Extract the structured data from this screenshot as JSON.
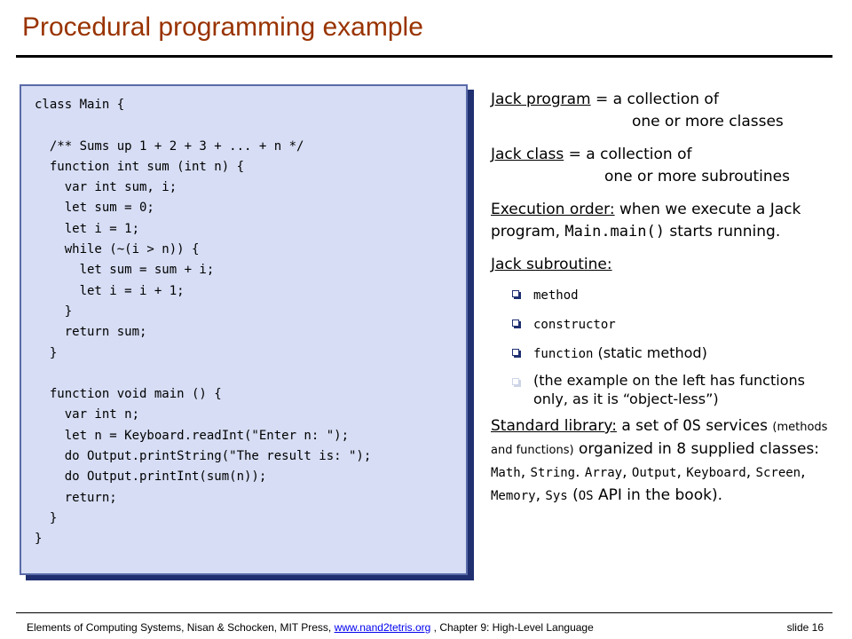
{
  "slide": {
    "title": "Procedural programming example",
    "code_lines": [
      "class Main {",
      "",
      "  /** Sums up 1 + 2 + 3 + ... + n */",
      "  function int sum (int n) {",
      "    var int sum, i;",
      "    let sum = 0;",
      "    let i = 1;",
      "    while (~(i > n)) {",
      "      let sum = sum + i;",
      "      let i = i + 1;",
      "    }",
      "    return sum;",
      "  }",
      "",
      "  function void main () {",
      "    var int n;",
      "    let n = Keyboard.readInt(\"Enter n: \");",
      "    do Output.printString(\"The result is: \");",
      "    do Output.printInt(sum(n));",
      "    return;",
      "  }",
      "}"
    ],
    "right": {
      "p1_term": "Jack program",
      "p1_line1": " = a collection of",
      "p1_line2": "one or more classes",
      "p2_term": "Jack class",
      "p2_line1": " = a collection of",
      "p2_line2": "one or more subroutines",
      "p3_term": "Execution order:",
      "p3_text1": " when we execute a Jack program, ",
      "p3_code": "Main.main()",
      "p3_text2": " starts running.",
      "p4_term": "Jack subroutine:",
      "bullets": {
        "b1": "method",
        "b2": "constructor",
        "b3_code": "function",
        "b3_text": "  (static method)",
        "b4": "(the example on the left has functions only, as it is “object-less”)"
      },
      "p5_term": "Standard library:",
      "p5_t1": " a set of ",
      "p5_os": "OS",
      "p5_t2": " services ",
      "p5_small": "(methods and functions)",
      "p5_t3": " organized in 8 supplied classes: ",
      "p5_classes1": "Math",
      "p5_sep1": ", ",
      "p5_classes2": "String",
      "p5_sep2": ". ",
      "p5_classes3": "Array",
      "p5_sep3": ", ",
      "p5_classes4": "Output",
      "p5_sep4": ", ",
      "p5_classes5": "Keyboard",
      "p5_sep5": ", ",
      "p5_classes6": "Screen",
      "p5_sep6": ", ",
      "p5_classes7": "Memory",
      "p5_sep7": ", ",
      "p5_classes8": "Sys",
      "p5_t4": " (",
      "p5_os2": "OS",
      "p5_t5": " API in the book)."
    },
    "footer": {
      "prefix": "Elements of Computing Systems, Nisan & Schocken, MIT Press, ",
      "link": "www.nand2tetris.org",
      "suffix": " , Chapter 9: High-Level Language",
      "slide_number": "slide 16"
    }
  }
}
